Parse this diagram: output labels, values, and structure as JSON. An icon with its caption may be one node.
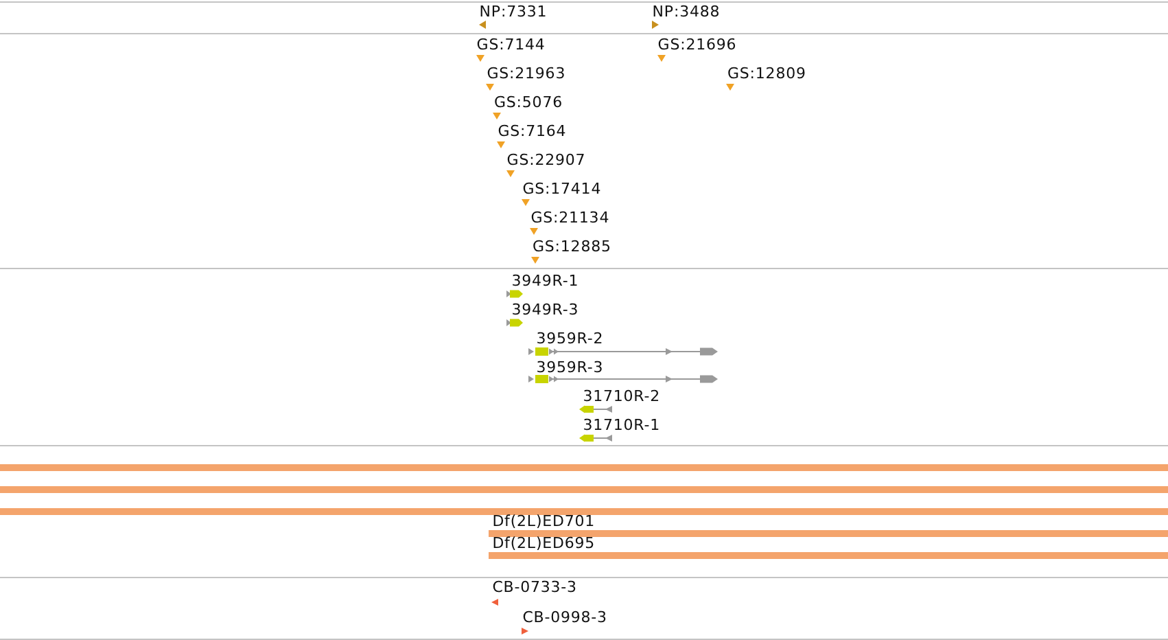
{
  "diagram": {
    "labels": [
      "NP:7331",
      "NP:3488",
      "GS:7144",
      "GS:21696",
      "GS:21963",
      "GS:12809",
      "GS:5076",
      "GS:7164",
      "GS:22907",
      "GS:17414",
      "GS:21134",
      "GS:12885",
      "3949R-1",
      "3949R-3",
      "3959R-2",
      "3959R-3",
      "31710R-2",
      "31710R-1",
      "Df(2L)ED701",
      "Df(2L)ED695",
      "CB-0733-3",
      "CB-0998-3"
    ]
  }
}
